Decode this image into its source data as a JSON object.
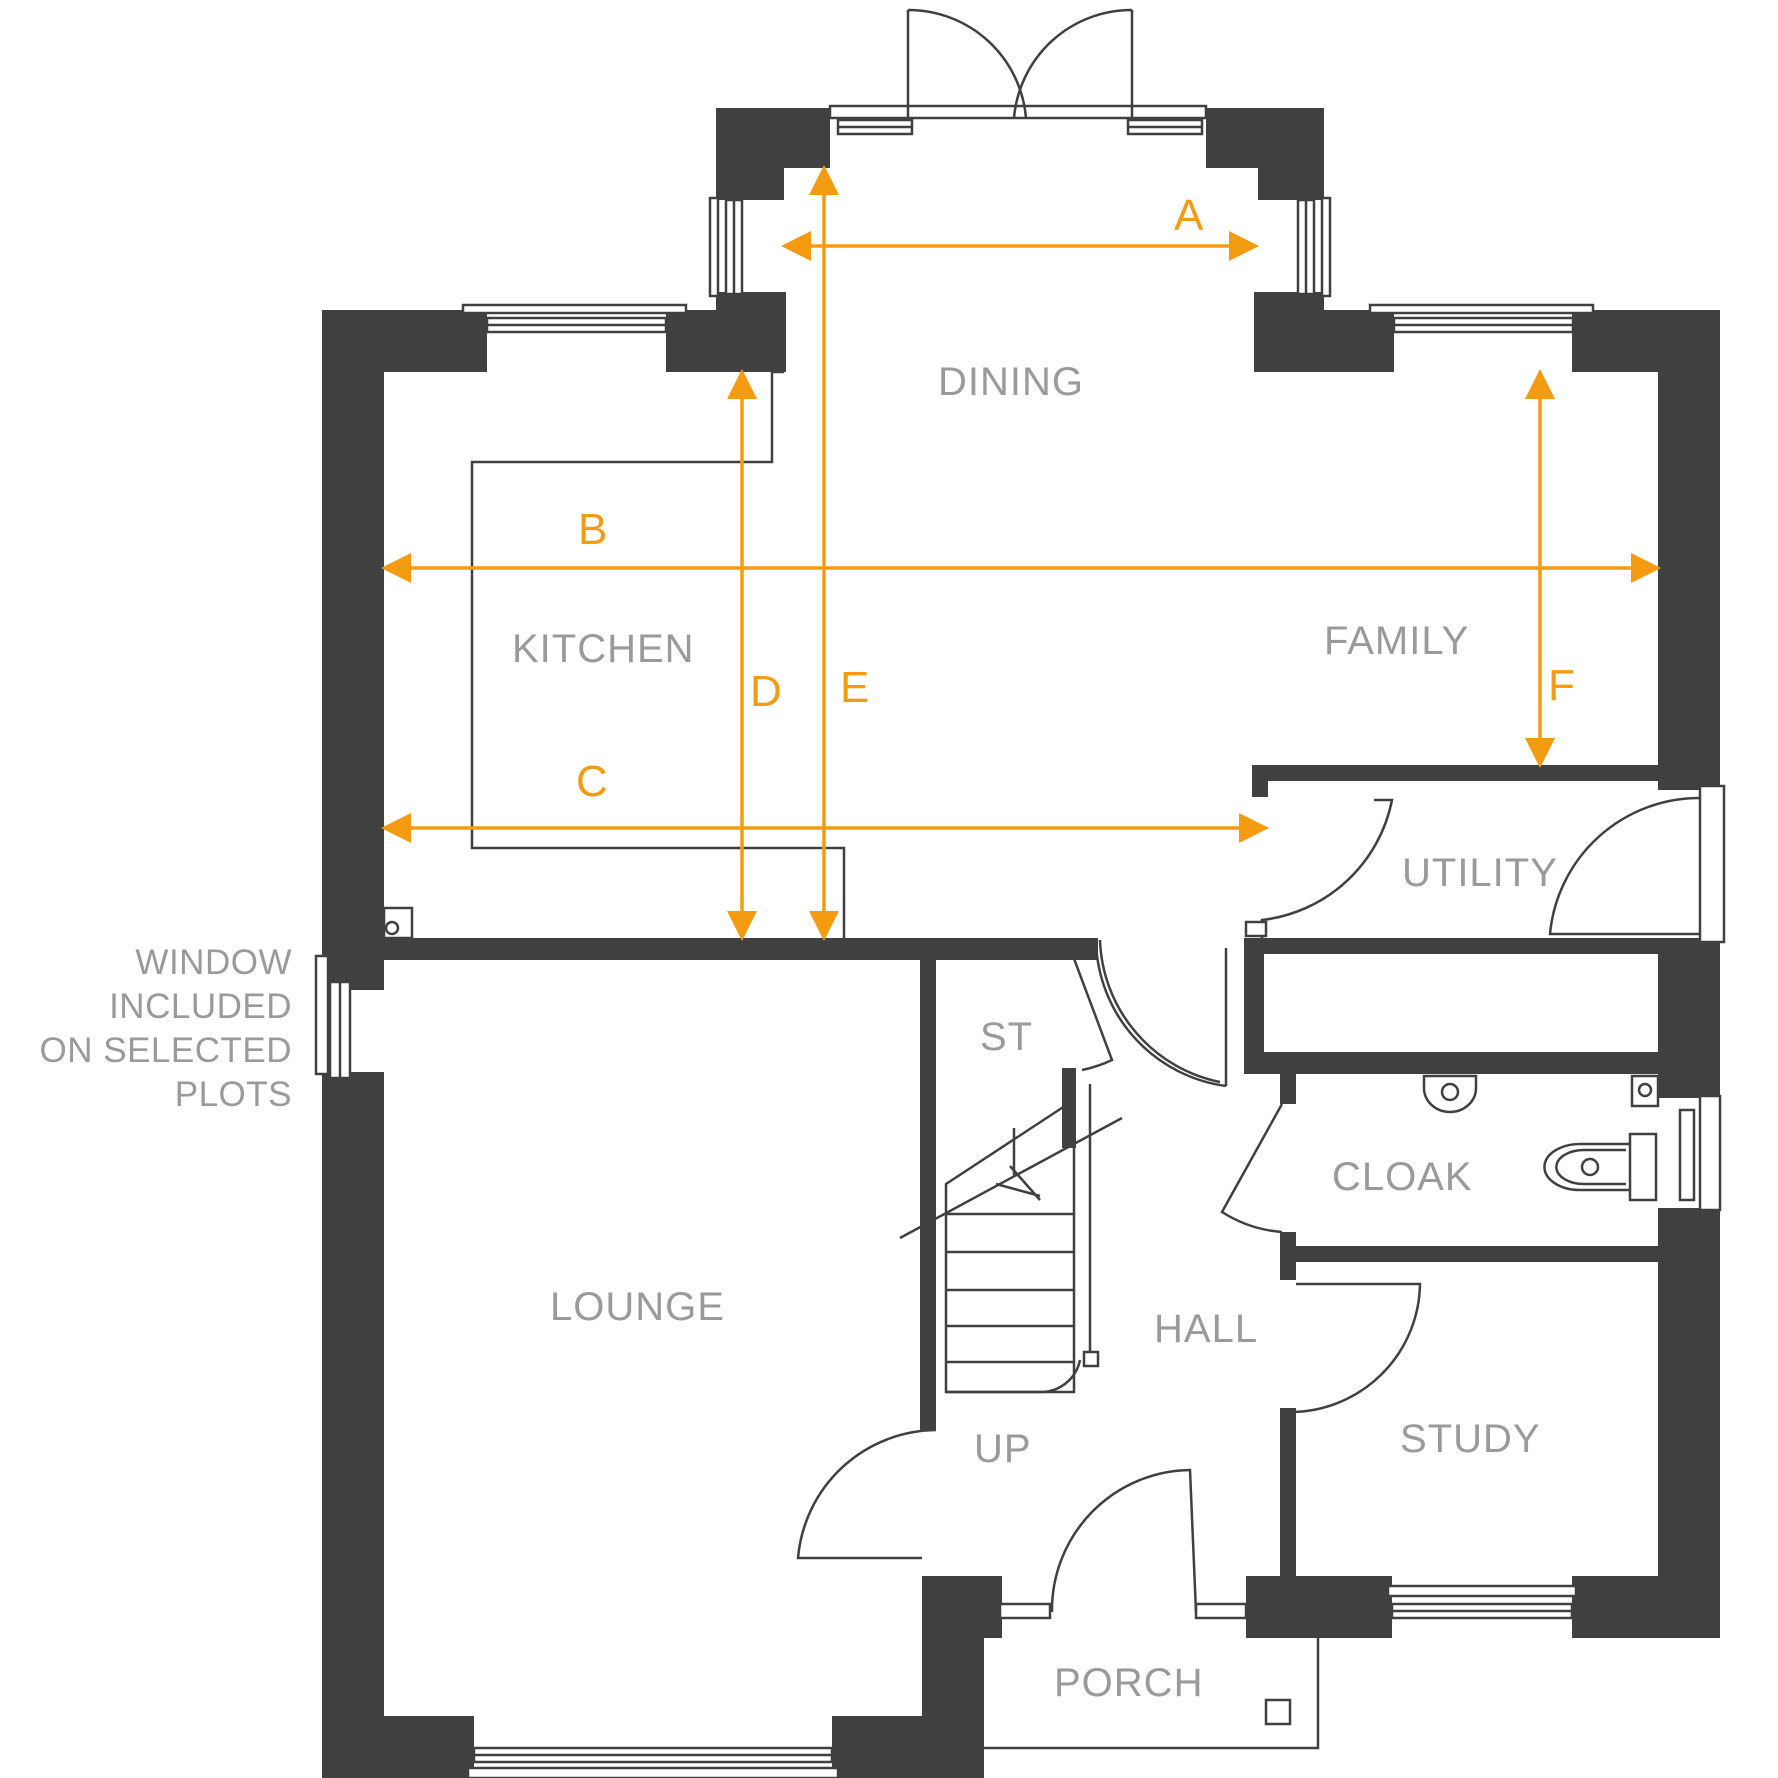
{
  "rooms": {
    "dining": "DINING",
    "kitchen": "KITCHEN",
    "family": "FAMILY",
    "utility": "UTILITY",
    "st": "ST",
    "cloak": "CLOAK",
    "lounge": "LOUNGE",
    "hall": "HALL",
    "up": "UP",
    "study": "STUDY",
    "porch": "PORCH"
  },
  "dimensions": {
    "a": "A",
    "b": "B",
    "c": "C",
    "d": "D",
    "e": "E",
    "f": "F"
  },
  "window_note": [
    "WINDOW",
    "INCLUDED",
    "ON SELECTED",
    "PLOTS"
  ],
  "colors": {
    "wall": "#404040",
    "dimension": "#f39c12",
    "label": "#9a9a9a"
  }
}
